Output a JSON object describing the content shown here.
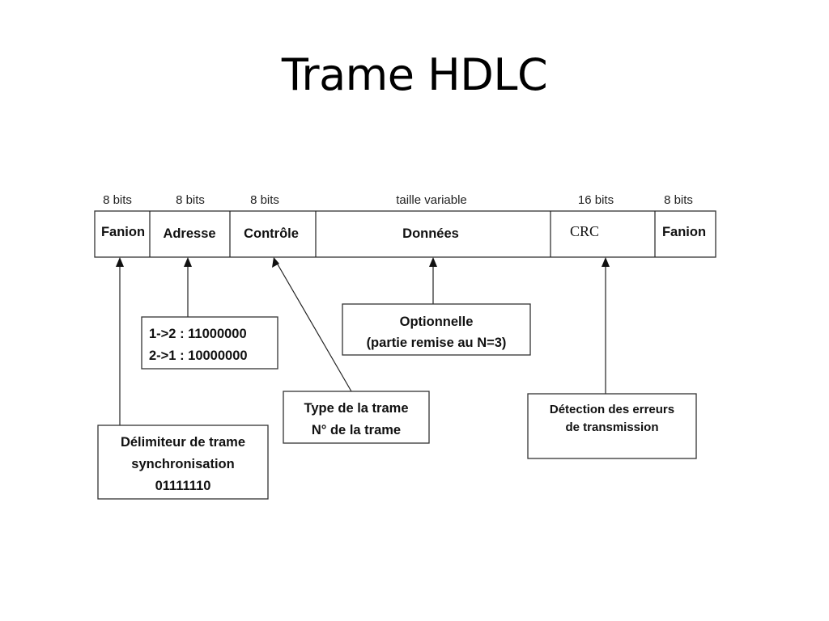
{
  "title": "Trame HDLC",
  "frame": {
    "fields": [
      {
        "label": "Fanion",
        "size": "8 bits"
      },
      {
        "label": "Adresse",
        "size": "8 bits"
      },
      {
        "label": "Contrôle",
        "size": "8 bits"
      },
      {
        "label": "Données",
        "size": "taille variable"
      },
      {
        "label": "CRC",
        "size": "16 bits"
      },
      {
        "label": "Fanion",
        "size": "8 bits"
      }
    ]
  },
  "annotations": {
    "flag": [
      "Délimiteur de trame",
      "synchronisation",
      "01111110"
    ],
    "address": [
      "1->2 : 11000000",
      "2->1 : 10000000"
    ],
    "control": [
      "Type de la trame",
      "N° de la trame"
    ],
    "data": [
      "Optionnelle",
      "(partie remise au N=3)"
    ],
    "crc": [
      "Détection des erreurs",
      "de transmission"
    ]
  }
}
